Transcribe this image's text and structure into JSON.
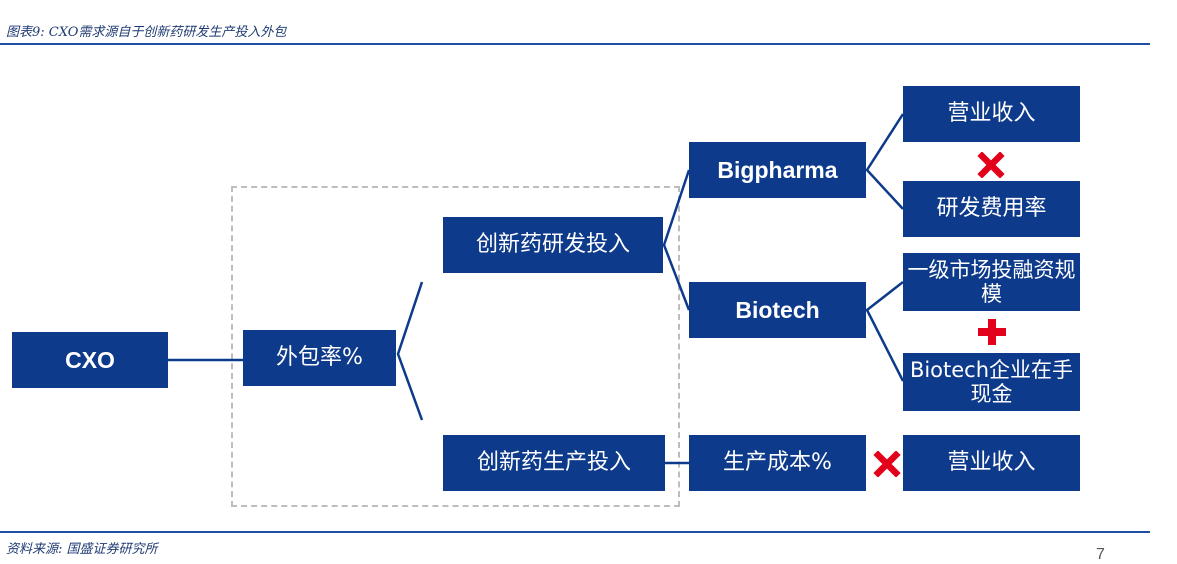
{
  "header": {
    "title": "图表9: CXO需求源自于创新药研发生产投入外包"
  },
  "footer": {
    "source": "资料来源: 国盛证券研究所",
    "page_number": "7"
  },
  "colors": {
    "box": "#0d3a8a",
    "rule": "#1e4fa0",
    "operator": "#e2001a",
    "dashed": "#bdbdbd"
  },
  "diagram": {
    "nodes": {
      "cxo": "CXO",
      "outsourcing_rate": "外包率%",
      "rd_investment": "创新药研发投入",
      "production_investment": "创新药生产投入",
      "bigpharma": "Bigpharma",
      "biotech": "Biotech",
      "production_cost": "生产成本%",
      "revenue_top": "营业收入",
      "rd_expense_ratio": "研发费用率",
      "primary_market_financing": "一级市场投融资规模",
      "biotech_cash": "Biotech企业在手现金",
      "revenue_bottom": "营业收入"
    },
    "operators": {
      "multiply_icon": "multiply",
      "plus_icon": "plus"
    }
  }
}
